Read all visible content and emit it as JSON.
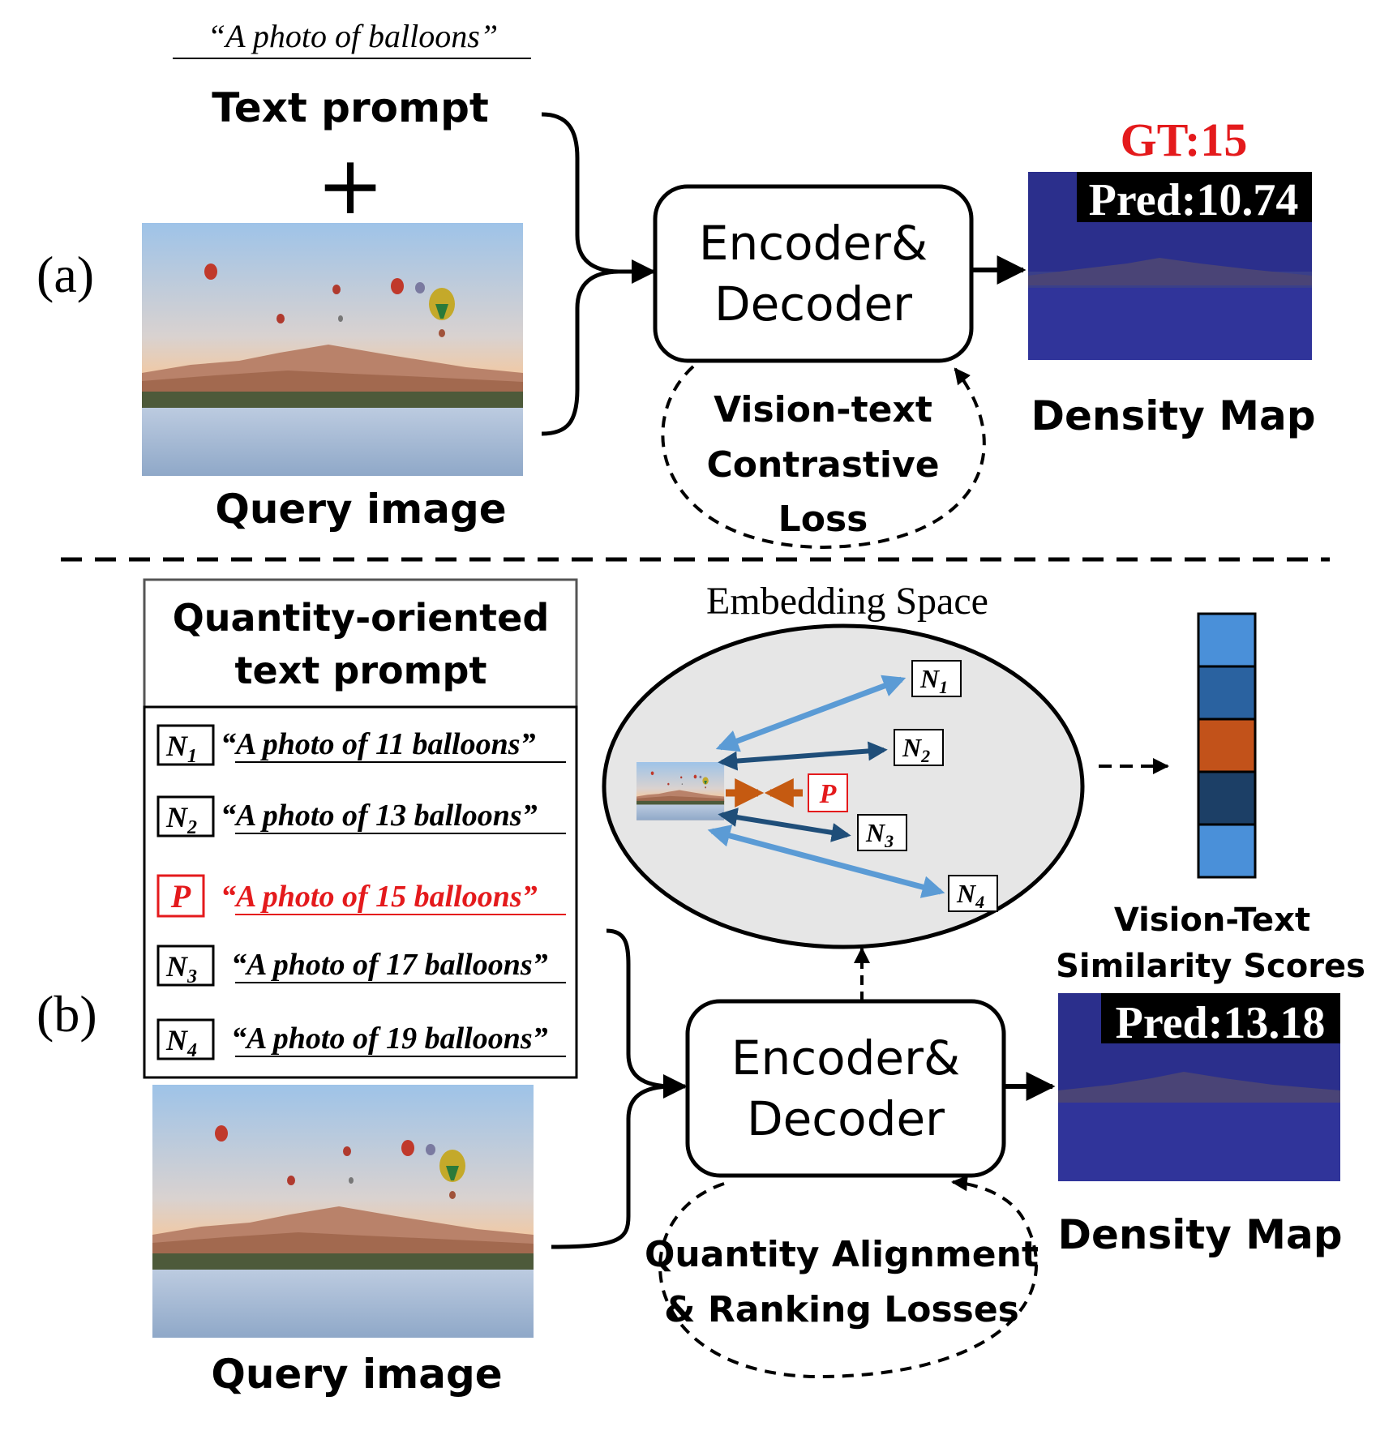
{
  "panel_a": {
    "label": "(a)",
    "prompt_example": "“A photo of balloons”",
    "text_prompt_title": "Text prompt",
    "plus": "+",
    "query_image_label": "Query image",
    "encoder_line1": "Encoder&",
    "encoder_line2": "Decoder",
    "loss_line1": "Vision-text",
    "loss_line2": "Contrastive",
    "loss_line3": "Loss",
    "gt_label": "GT:15",
    "pred_label": "Pred:10.74",
    "density_map_label": "Density Map"
  },
  "panel_b": {
    "label": "(b)",
    "prompt_box_title_line1": "Quantity-oriented",
    "prompt_box_title_line2": "text prompt",
    "prompts": [
      {
        "tag": "N",
        "sub": "1",
        "text": "“A photo of 11 balloons”",
        "positive": false
      },
      {
        "tag": "N",
        "sub": "2",
        "text": "“A photo of 13 balloons”",
        "positive": false
      },
      {
        "tag": "P",
        "sub": "",
        "text": "“A photo of 15 balloons”",
        "positive": true
      },
      {
        "tag": "N",
        "sub": "3",
        "text": "“A photo of 17 balloons”",
        "positive": false
      },
      {
        "tag": "N",
        "sub": "4",
        "text": "“A photo of 19 balloons”",
        "positive": false
      }
    ],
    "embedding_title": "Embedding Space",
    "embedding_nodes": [
      {
        "tag": "N",
        "sub": "1"
      },
      {
        "tag": "N",
        "sub": "2"
      },
      {
        "tag": "P",
        "sub": ""
      },
      {
        "tag": "N",
        "sub": "3"
      },
      {
        "tag": "N",
        "sub": "4"
      }
    ],
    "similarity_label_line1": "Vision-Text",
    "similarity_label_line2": "Similarity Scores",
    "similarity_colors": [
      "#4a90d9",
      "#2a62a0",
      "#c2521a",
      "#1c3f66",
      "#4a90d9"
    ],
    "encoder_line1": "Encoder&",
    "encoder_line2": "Decoder",
    "loss_line1": "Quantity Alignment",
    "loss_line2": "& Ranking Losses",
    "pred_label": "Pred:13.18",
    "query_image_label": "Query image",
    "density_map_label": "Density Map"
  },
  "colors": {
    "positive_red": "#e41a1c",
    "dark_blue_arrow": "#1f4e79",
    "light_blue_arrow": "#5b9bd5",
    "orange_arrow": "#c55a11",
    "embedding_fill": "#e6e6e6",
    "density_bg": "#2a2f8a"
  }
}
